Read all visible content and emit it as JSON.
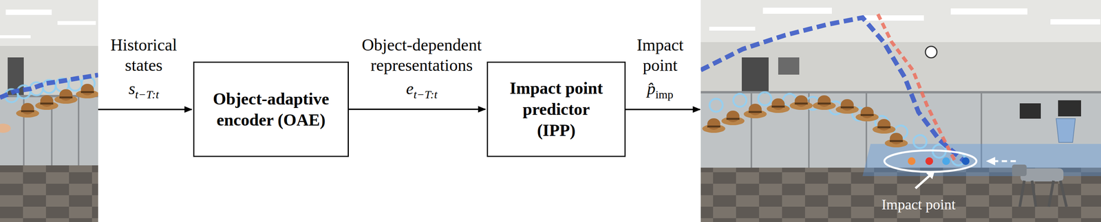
{
  "diagram": {
    "nodes": [
      {
        "text": [
          "Object-adaptive encoder (OAE)"
        ]
      },
      {
        "text": [
          "Impact point predictor (IPP)"
        ]
      }
    ],
    "edges": [
      {
        "from": 0,
        "to": 1,
        "arrow": "to",
        "label": "Object-dependent representations"
      }
    ],
    "labels": [
      "Historical states",
      "s",
      "t−T:t",
      "e",
      "t−T:t",
      "Impact point",
      "p̂",
      "imp",
      "Impact point"
    ]
  }
}
